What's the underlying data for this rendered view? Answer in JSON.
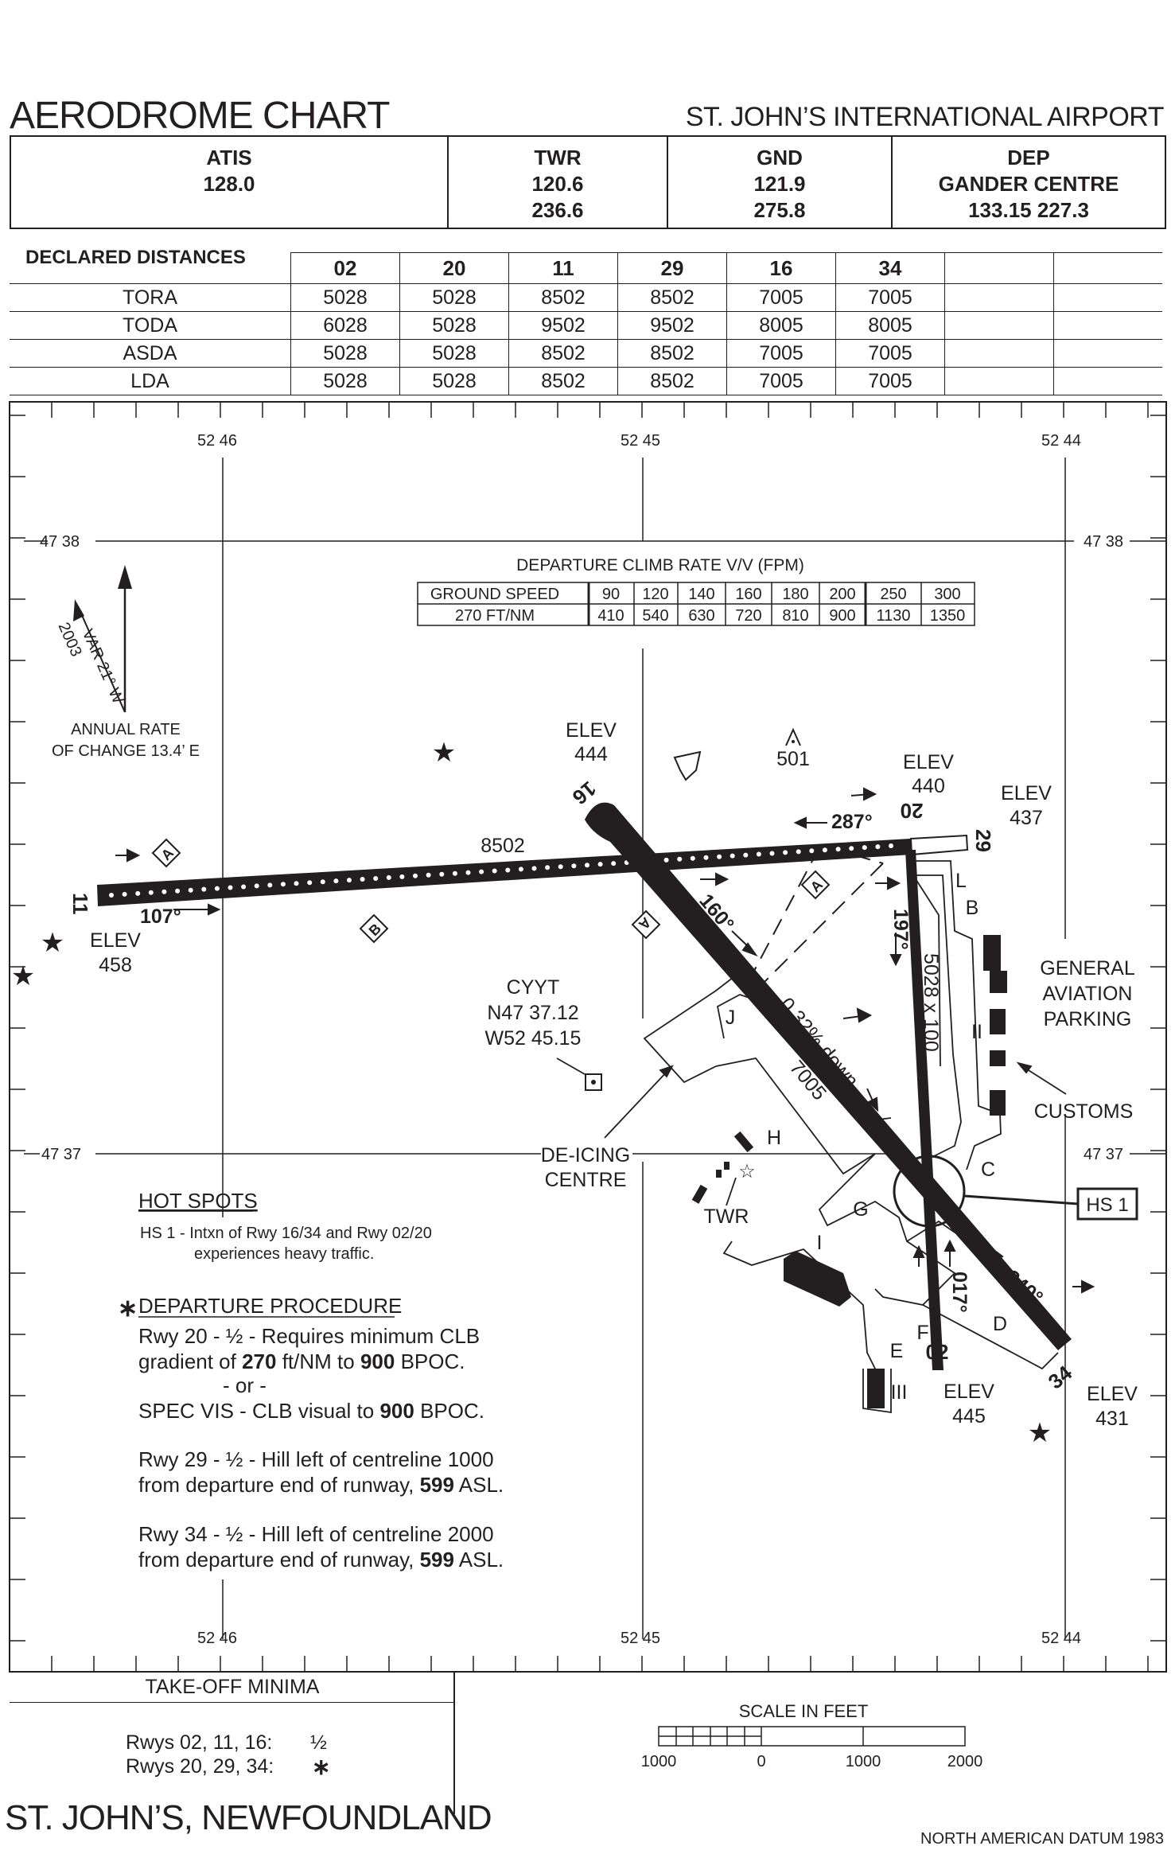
{
  "header": {
    "chart_title": "AERODROME CHART",
    "airport_name": "ST. JOHN’S INTERNATIONAL AIRPORT"
  },
  "frequencies": [
    {
      "label": "ATIS",
      "line1": "128.0",
      "line2": ""
    },
    {
      "label": "TWR",
      "line1": "120.6",
      "line2": "236.6"
    },
    {
      "label": "GND",
      "line1": "121.9",
      "line2": "275.8"
    },
    {
      "label": "DEP",
      "line1": "GANDER CENTRE",
      "line2": "133.15   227.3"
    }
  ],
  "declared_distances": {
    "title": "DECLARED DISTANCES",
    "runways": [
      "02",
      "20",
      "11",
      "29",
      "16",
      "34"
    ],
    "rows": [
      {
        "label": "TORA",
        "values": [
          "5028",
          "5028",
          "8502",
          "8502",
          "7005",
          "7005"
        ]
      },
      {
        "label": "TODA",
        "values": [
          "6028",
          "5028",
          "9502",
          "9502",
          "8005",
          "8005"
        ]
      },
      {
        "label": "ASDA",
        "values": [
          "5028",
          "5028",
          "8502",
          "8502",
          "7005",
          "7005"
        ]
      },
      {
        "label": "LDA",
        "values": [
          "5028",
          "5028",
          "8502",
          "8502",
          "7005",
          "7005"
        ]
      }
    ]
  },
  "grid": {
    "lon_labels": [
      "52 46",
      "52 45",
      "52 44"
    ],
    "lat_labels": [
      "47 38",
      "47 37"
    ]
  },
  "climb_rate": {
    "title": "DEPARTURE CLIMB RATE V/V (FPM)",
    "row1_label": "GROUND SPEED",
    "row1": [
      "90",
      "120",
      "140",
      "160",
      "180",
      "200",
      "250",
      "300"
    ],
    "row2_label": "270 FT/NM",
    "row2": [
      "410",
      "540",
      "630",
      "720",
      "810",
      "900",
      "1130",
      "1350"
    ]
  },
  "magnetic": {
    "variation": "VAR 21° W",
    "year": "2003",
    "annual_1": "ANNUAL RATE",
    "annual_2": "OF CHANGE 13.4’ E"
  },
  "map_labels": {
    "elev_word": "ELEV",
    "elev_444": "444",
    "elev_440": "440",
    "elev_437": "437",
    "elev_458": "458",
    "elev_445": "445",
    "elev_431": "431",
    "obstacle_501": "501",
    "rwy_11": "11",
    "rwy_29": "29",
    "rwy_16": "16",
    "rwy_34": "34",
    "rwy_02": "02",
    "rwy_20": "20",
    "hdg_107": "107°",
    "hdg_287": "287°",
    "hdg_160": "160°",
    "hdg_340": "340°",
    "hdg_197": "197°",
    "hdg_017": "017°",
    "len_8502": "8502",
    "len_7005": "7005",
    "slope": "0.32% down",
    "dims_02_20": "5028 x 100",
    "ident": "CYYT",
    "lat": "N47 37.12",
    "lon": "W52 45.15",
    "deicing_1": "DE-ICING",
    "deicing_2": "CENTRE",
    "ga_1": "GENERAL",
    "ga_2": "AVIATION",
    "ga_3": "PARKING",
    "customs": "CUSTOMS",
    "twr": "TWR",
    "hs1": "HS 1",
    "twy_A": "A",
    "twy_B": "B",
    "twy_C": "C",
    "twy_D": "D",
    "twy_E": "E",
    "twy_F": "F",
    "twy_G": "G",
    "twy_H": "H",
    "twy_I": "I",
    "twy_J": "J",
    "twy_L": "L",
    "apron_II": "II",
    "apron_III": "III"
  },
  "hot_spots": {
    "title": "HOT SPOTS",
    "line1": "HS 1 - Intxn of Rwy 16/34 and Rwy 02/20",
    "line2": "experiences heavy traffic."
  },
  "departure_procedure": {
    "marker": "∗",
    "title": "DEPARTURE PROCEDURE",
    "rwy20_a": "Rwy 20 - ½ - Requires minimum CLB",
    "rwy20_b1": "gradient of ",
    "rwy20_b2": "270",
    "rwy20_b3": " ft/NM to ",
    "rwy20_b4": "900",
    "rwy20_b5": "  BPOC.",
    "or": "- or -",
    "spec_1": "SPEC VIS - CLB visual to ",
    "spec_2": "900",
    "spec_3": "  BPOC.",
    "rwy29_a": "Rwy 29 - ½ - Hill left of centreline 1000",
    "rwy29_b1": "from departure end of runway,  ",
    "rwy29_b2": "599",
    "rwy29_b3": "  ASL.",
    "rwy34_a": "Rwy 34 - ½ - Hill left of centreline 2000",
    "rwy34_b1": "from departure end of runway, ",
    "rwy34_b2": "599",
    "rwy34_b3": " ASL."
  },
  "takeoff_minima": {
    "title": "TAKE-OFF MINIMA",
    "row1_label": "Rwys 02, 11, 16:",
    "row1_value": "½",
    "row2_label": "Rwys 20, 29, 34:",
    "row2_value": "∗"
  },
  "scale": {
    "title": "SCALE IN FEET",
    "labels": [
      "1000",
      "0",
      "1000",
      "2000"
    ]
  },
  "footer": {
    "location": "ST. JOHN’S, NEWFOUNDLAND",
    "datum": "NORTH AMERICAN DATUM 1983"
  }
}
